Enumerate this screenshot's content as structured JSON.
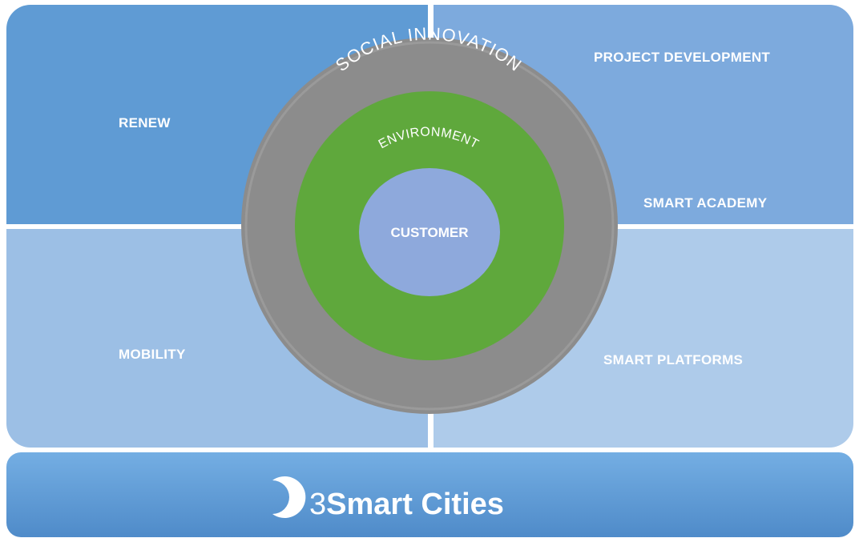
{
  "quadrants": {
    "top_left": "RENEW",
    "top_right_upper": "PROJECT DEVELOPMENT",
    "top_right_lower": "SMART ACADEMY",
    "bottom_left": "MOBILITY",
    "bottom_right": "SMART PLATFORMS"
  },
  "rings": {
    "outer": "SOCIAL INNOVATION",
    "middle": "ENVIRONMENT",
    "inner": "CUSTOMER"
  },
  "footer": {
    "brand_number": "3",
    "brand_name": "Smart Cities",
    "logo_icon": "crescent-logo-icon"
  },
  "colors": {
    "outer_ring": "#8c8c8c",
    "middle_ring": "#5fa83c",
    "inner_circle": "#8ea9dc"
  }
}
